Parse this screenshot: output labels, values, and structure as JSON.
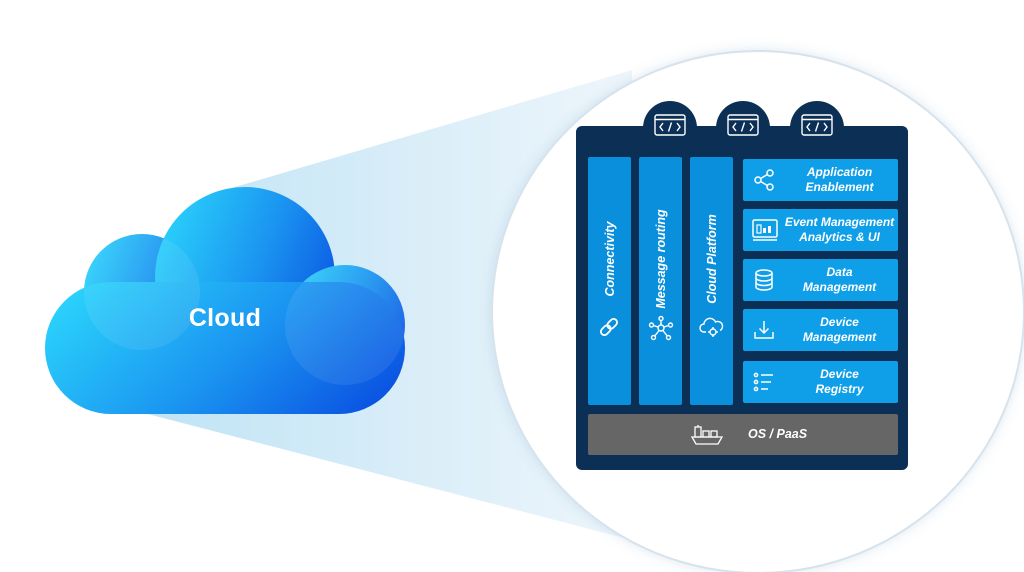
{
  "cloud": {
    "label": "Cloud"
  },
  "pillars": [
    {
      "label": "Connectivity",
      "icon": "link-icon"
    },
    {
      "label": "Message routing",
      "icon": "network-node-icon"
    },
    {
      "label": "Cloud Platform",
      "icon": "cloud-gear-icon"
    }
  ],
  "modules": [
    {
      "line1": "Application",
      "line2": "Enablement",
      "icon": "share-icon"
    },
    {
      "line1": "Event Management",
      "line2": "Analytics & UI",
      "icon": "dashboard-icon"
    },
    {
      "line1": "Data",
      "line2": "Management",
      "icon": "database-icon"
    },
    {
      "line1": "Device",
      "line2": "Management",
      "icon": "download-icon"
    },
    {
      "line1": "Device",
      "line2": "Registry",
      "icon": "list-icon"
    }
  ],
  "base": {
    "label": "OS / PaaS",
    "icon": "ship-icon"
  },
  "tabs": [
    {
      "icon": "code-window-icon"
    },
    {
      "icon": "code-window-icon"
    },
    {
      "icon": "code-window-icon"
    }
  ],
  "colors": {
    "panel": "#0c3055",
    "pillar": "#0a8fdc",
    "module": "#0f9ee8",
    "base": "#666666",
    "cloud_light": "#2ad0fb",
    "cloud_dark": "#0b55e2"
  }
}
